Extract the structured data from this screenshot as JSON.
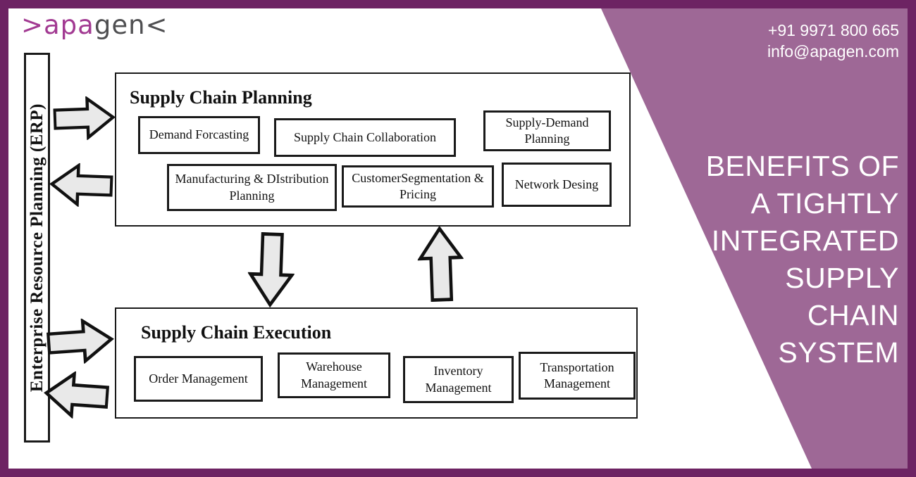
{
  "logo": {
    "left": ">apa",
    "right": "gen<",
    "magenta_color": "#a23a92",
    "gray_color": "#4f4f51"
  },
  "contact": {
    "phone": "+91 9971 800 665",
    "email": "info@apagen.com"
  },
  "banner": {
    "band_color": "#9e6896",
    "frame_color": "#6d2363",
    "lines": [
      "BENEFITS OF",
      "A TIGHTLY",
      "INTEGRATED",
      "SUPPLY",
      "CHAIN",
      "SYSTEM"
    ]
  },
  "diagram": {
    "erp_label": "Enterprise Resource Planning (ERP)",
    "planning": {
      "title": "Supply Chain Planning",
      "boxes": [
        "Demand Forcasting",
        "Supply Chain Collaboration",
        "Supply-Demand Planning",
        "Manufacturing & DIstribution Planning",
        "CustomerSegmentation & Pricing",
        "Network Desing"
      ]
    },
    "execution": {
      "title": "Supply Chain Execution",
      "boxes": [
        "Order Management",
        "Warehouse Management",
        "Inventory Management",
        "Transportation Management"
      ]
    },
    "arrow_fill": "#e9e9e9",
    "arrow_stroke": "#111111"
  }
}
